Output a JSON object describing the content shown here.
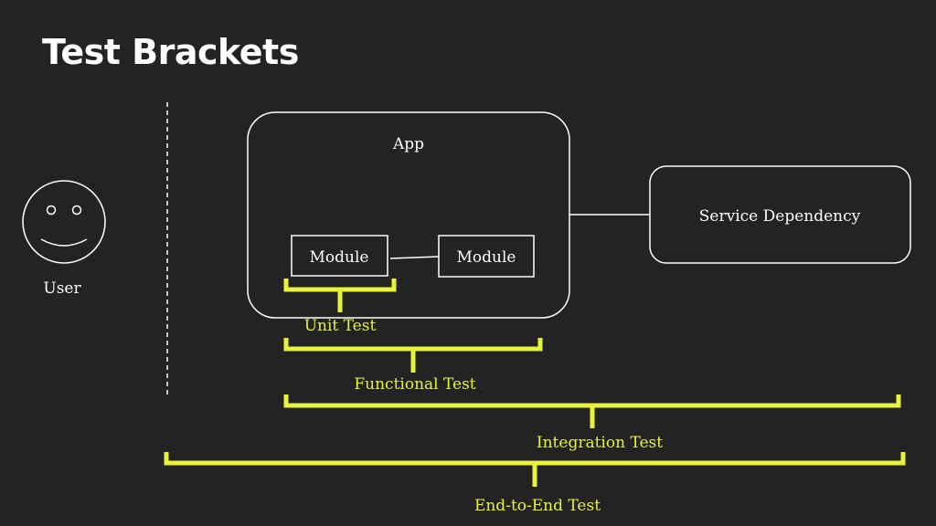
{
  "title": "Test Brackets",
  "colors": {
    "background": "#232323",
    "foreground": "#ffffff",
    "accent": "#e8f23a"
  },
  "user": {
    "label": "User",
    "icon": "smiley-face-icon"
  },
  "app": {
    "label": "App",
    "modules": [
      "Module",
      "Module"
    ]
  },
  "service": {
    "label": "Service Dependency"
  },
  "brackets": {
    "unit": "Unit Test",
    "functional": "Functional Test",
    "integration": "Integration Test",
    "end_to_end": "End-to-End Test"
  }
}
